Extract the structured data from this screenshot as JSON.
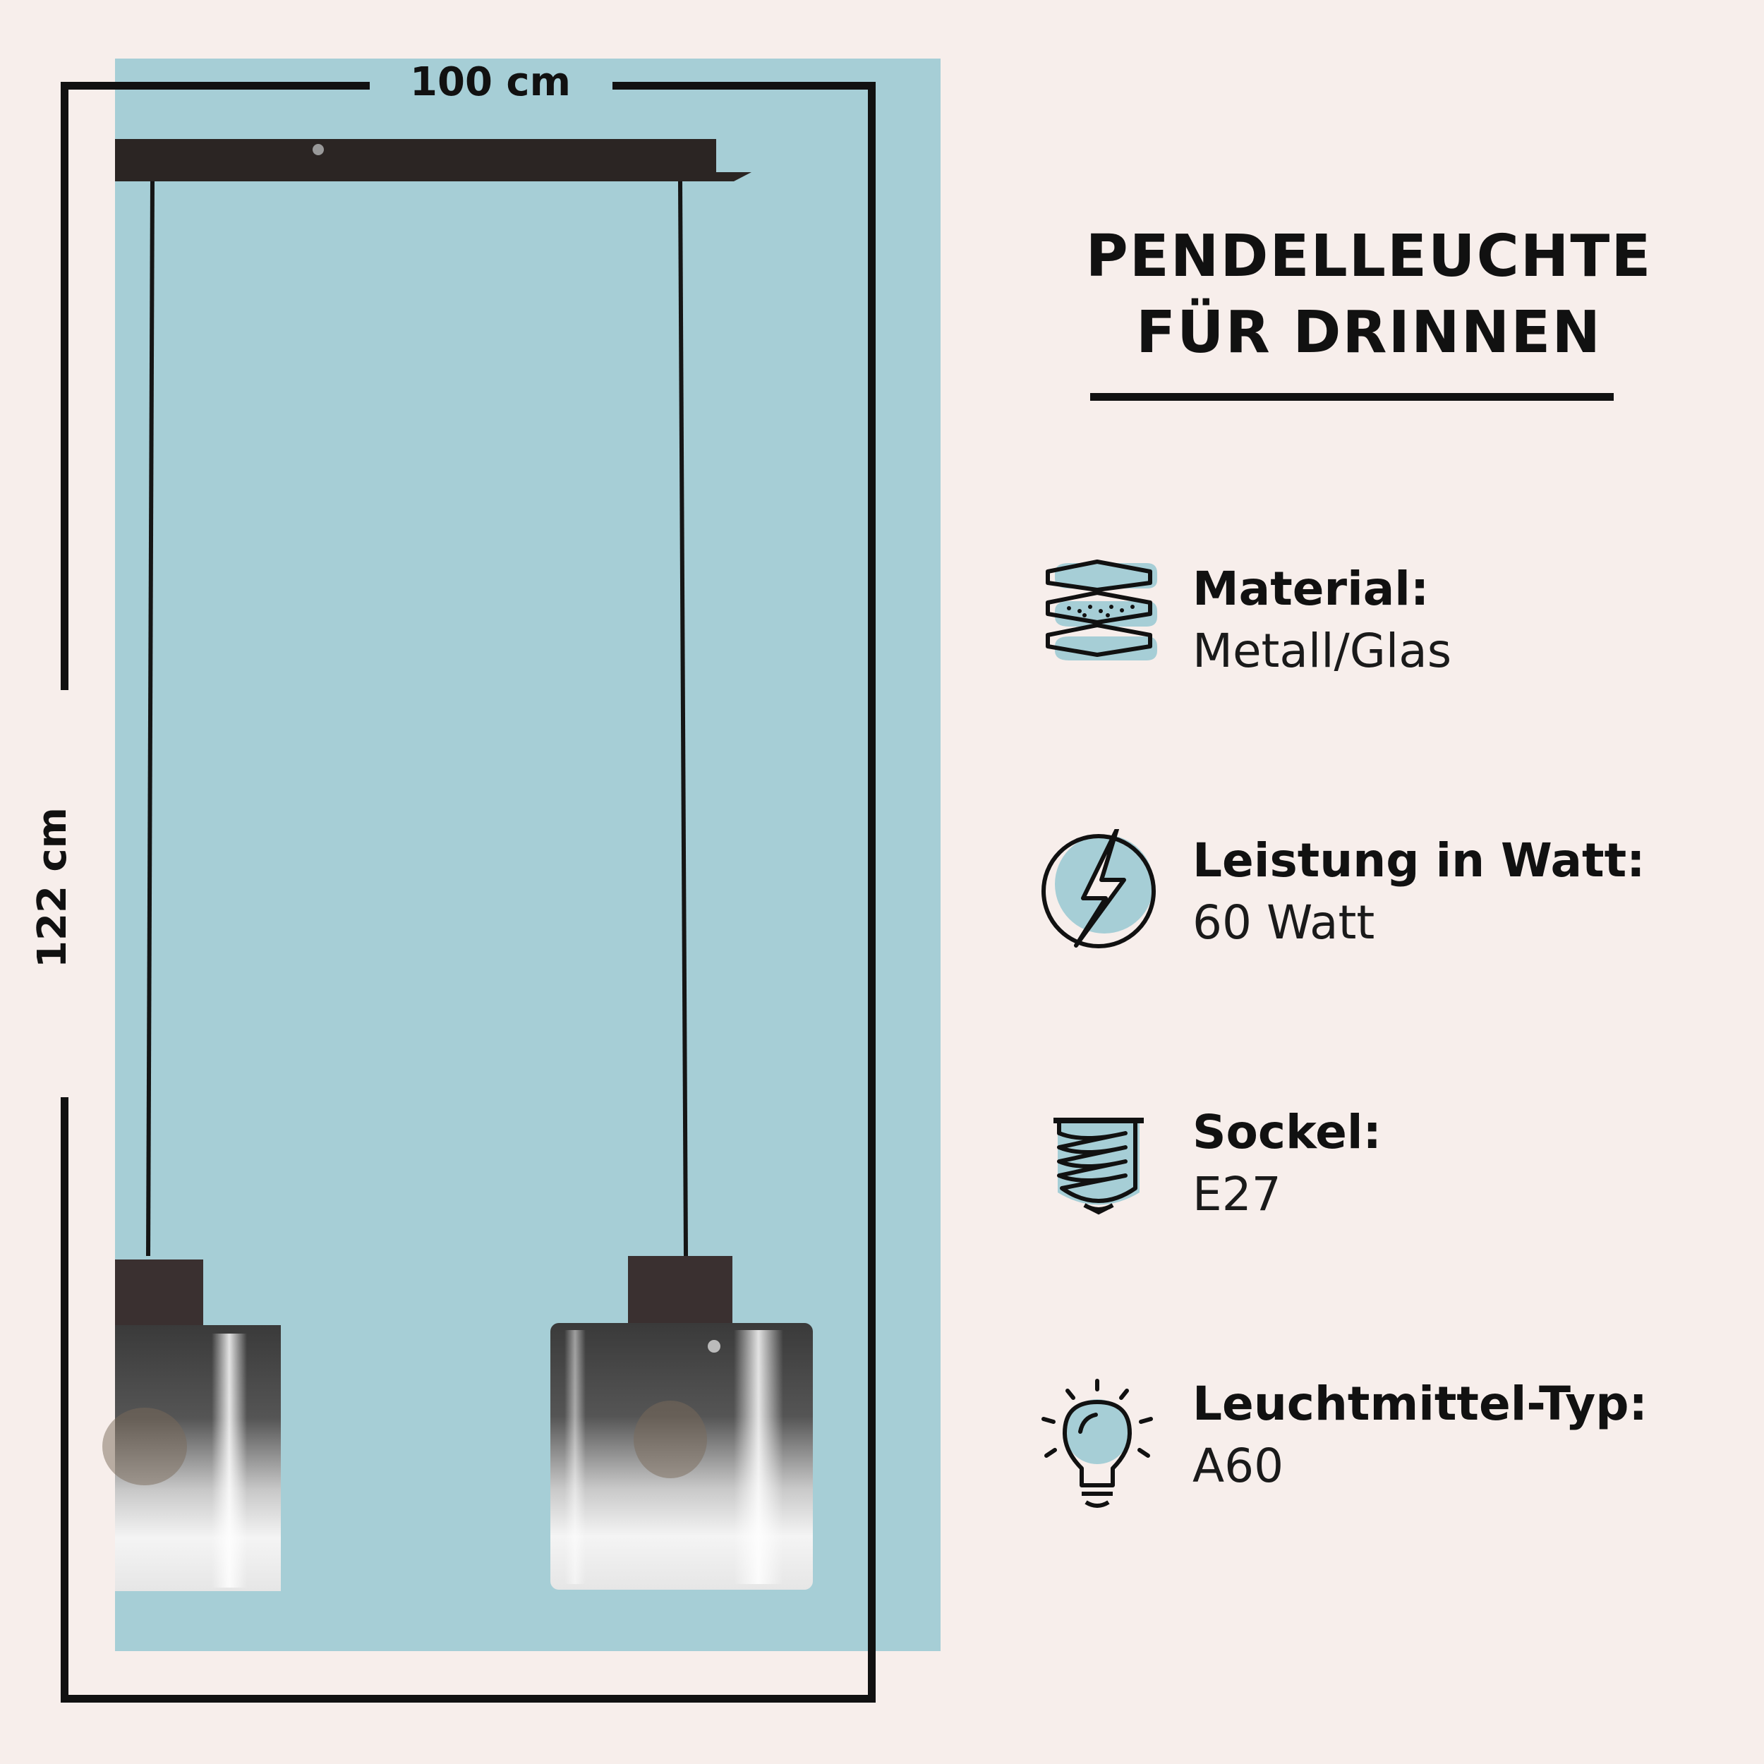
{
  "dimensions": {
    "width_label": "100 cm",
    "height_label": "122 cm"
  },
  "title": {
    "line1": "PENDELLEUCHTE",
    "line2": "FÜR DRINNEN"
  },
  "features": [
    {
      "icon": "layers-icon",
      "label": "Material:",
      "value": "Metall/Glas"
    },
    {
      "icon": "lightning-icon",
      "label": "Leistung in Watt:",
      "value": "60 Watt"
    },
    {
      "icon": "bulb-socket-icon",
      "label": "Sockel:",
      "value": "E27"
    },
    {
      "icon": "light-bulb-icon",
      "label": "Leuchtmittel-Typ:",
      "value": "A60"
    }
  ],
  "colors": {
    "background": "#f7eeeb",
    "panel": "#a6ced6",
    "ink": "#111111",
    "icon_fill": "#a6ced6"
  }
}
